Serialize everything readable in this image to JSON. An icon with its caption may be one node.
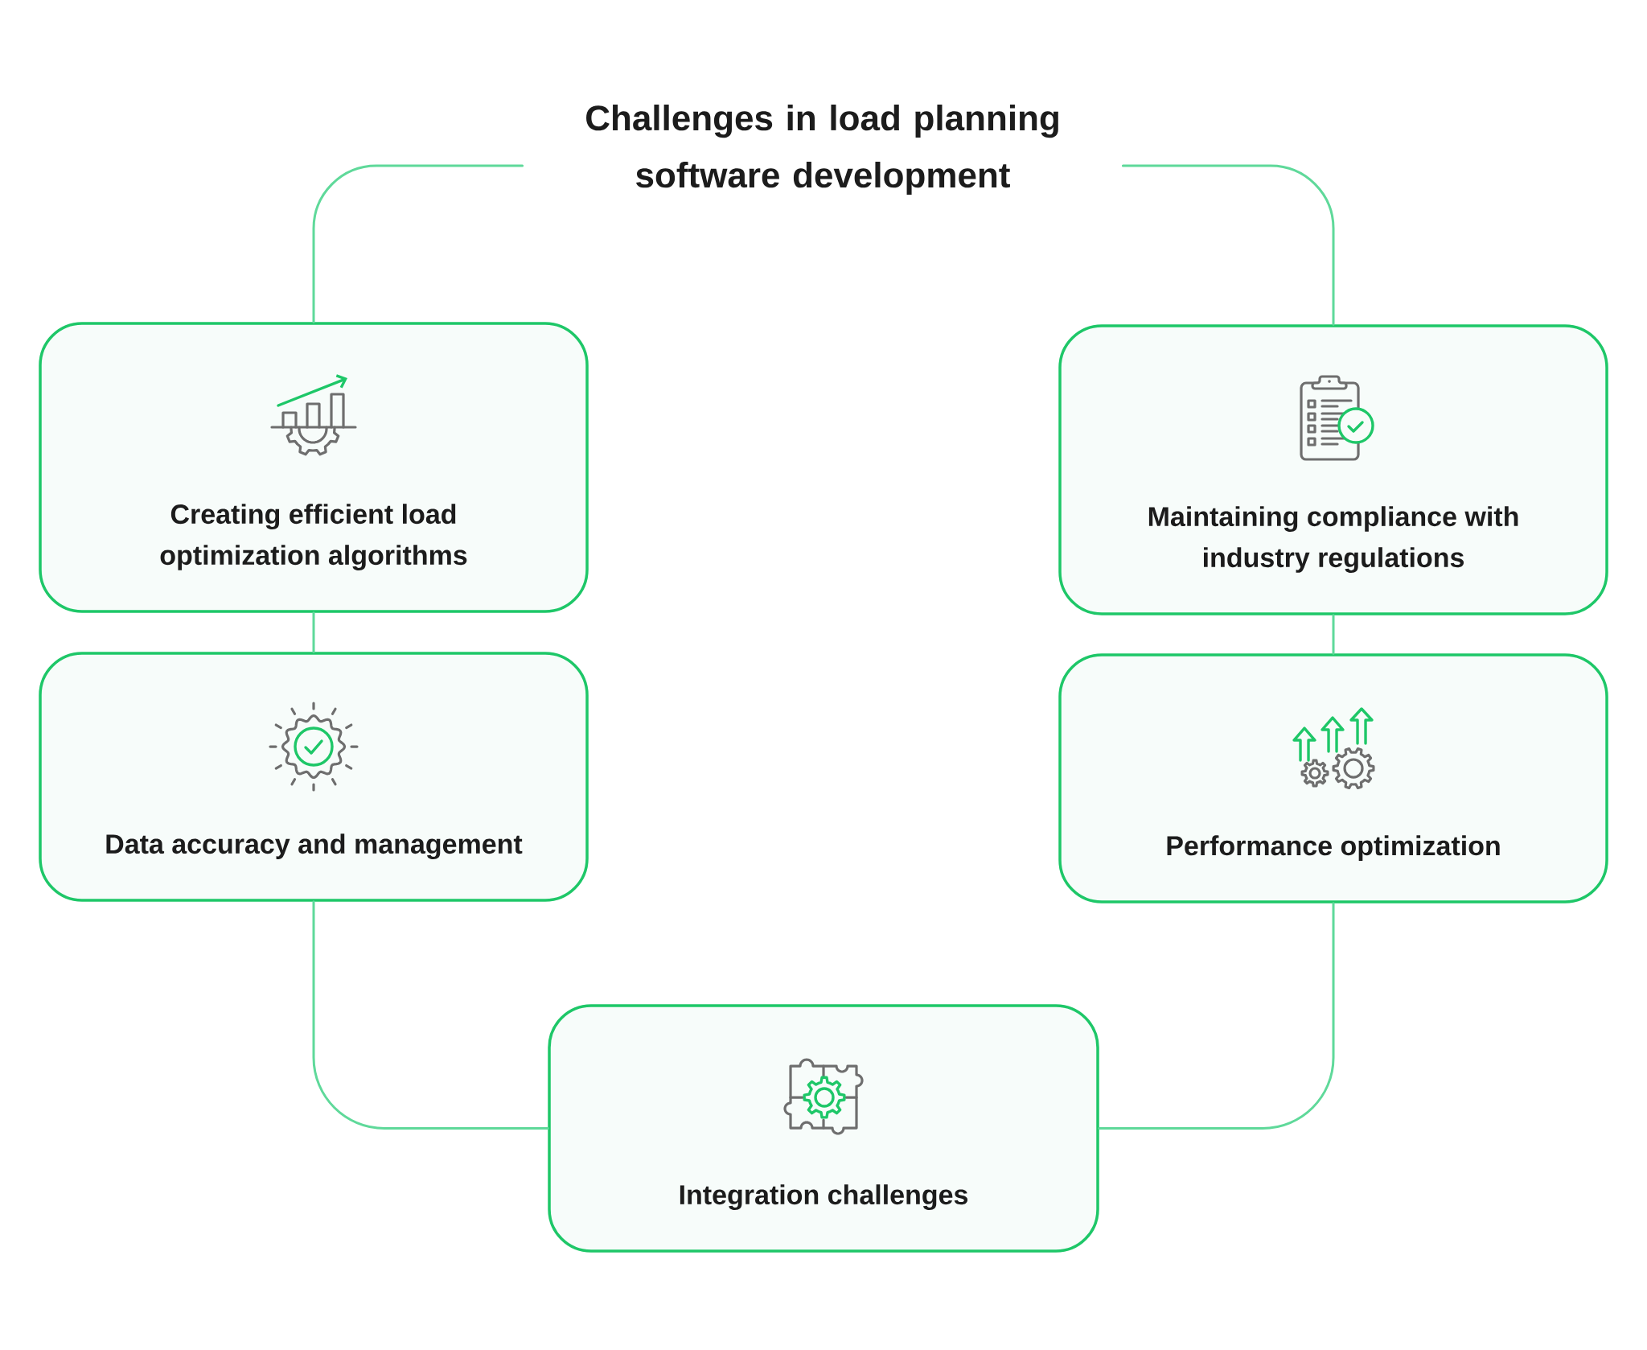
{
  "diagram": {
    "nodes": [
      {
        "text": [
          "Challenges in load planning software development"
        ]
      },
      {
        "text": [
          "Creating efficient load optimization algorithms"
        ]
      },
      {
        "text": [
          "Maintaining compliance with industry regulations"
        ]
      },
      {
        "text": [
          "Data accuracy and management"
        ]
      },
      {
        "text": [
          "Performance optimization"
        ]
      },
      {
        "text": [
          "Integration challenges"
        ]
      }
    ],
    "edges": [
      {
        "from": 0,
        "to": 1,
        "arrow": "none"
      },
      {
        "from": 0,
        "to": 2,
        "arrow": "none"
      },
      {
        "from": 1,
        "to": 3,
        "arrow": "none"
      },
      {
        "from": 2,
        "to": 4,
        "arrow": "none"
      },
      {
        "from": 3,
        "to": 5,
        "arrow": "none"
      },
      {
        "from": 4,
        "to": 5,
        "arrow": "none"
      }
    ]
  }
}
